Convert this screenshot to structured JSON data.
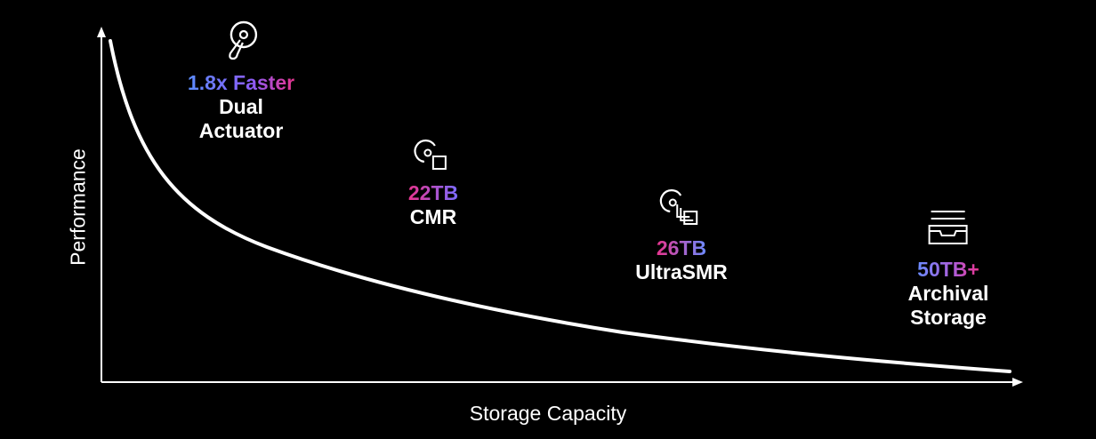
{
  "axes": {
    "x_label": "Storage Capacity",
    "y_label": "Performance"
  },
  "items": [
    {
      "highlight": "1.8x Faster",
      "name_lines": [
        "Dual",
        "Actuator"
      ],
      "icon": "dual-actuator-drive-icon"
    },
    {
      "highlight": "22TB",
      "name_lines": [
        "CMR"
      ],
      "icon": "single-platter-drive-icon"
    },
    {
      "highlight": "26TB",
      "name_lines": [
        "UltraSMR"
      ],
      "icon": "stacked-platter-drive-icon"
    },
    {
      "highlight": "50TB+",
      "name_lines": [
        "Archival",
        "Storage"
      ],
      "icon": "archive-tray-icon"
    }
  ],
  "colors": {
    "background": "#000000",
    "text": "#ffffff",
    "gradient_blue": "#5b8cff",
    "gradient_purple": "#8b5cf6",
    "gradient_pink": "#e8348f"
  }
}
